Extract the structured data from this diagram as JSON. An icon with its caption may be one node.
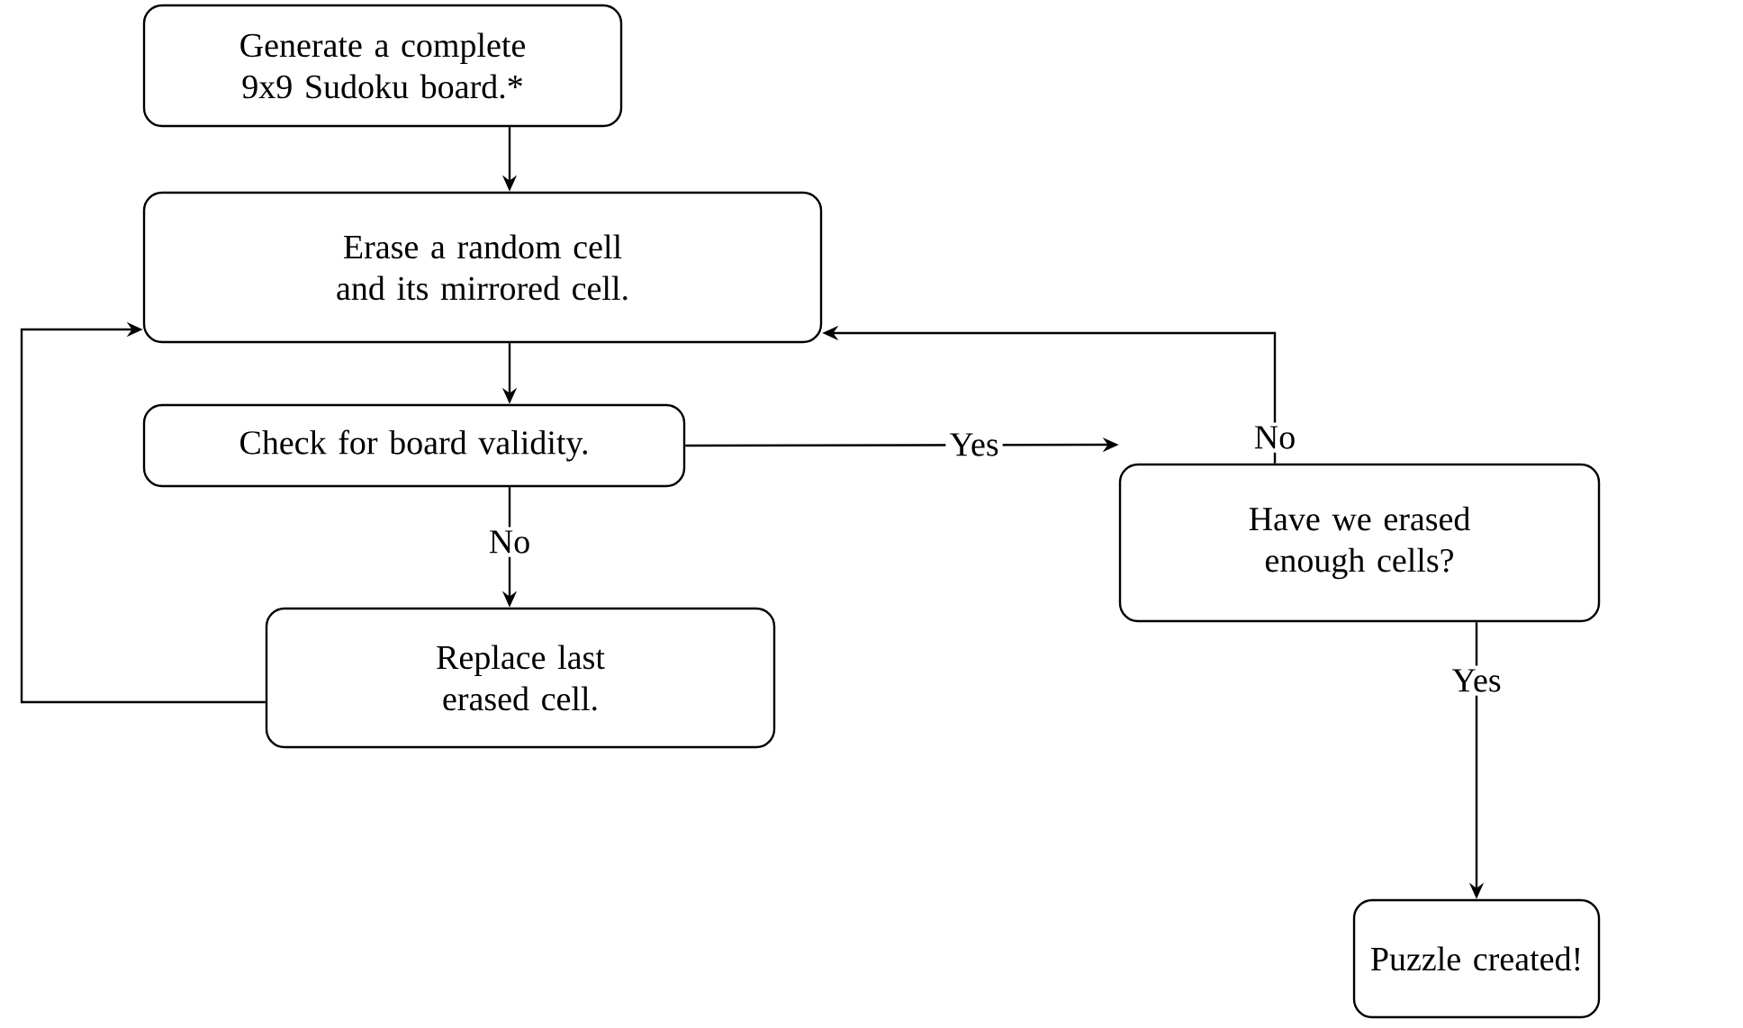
{
  "diagram": {
    "nodes": [
      {
        "text": [
          "Generate a complete 9x9 Sudoku board.*"
        ]
      },
      {
        "text": [
          "Erase a random cell and its mirrored cell."
        ]
      },
      {
        "text": [
          "Check for board validity."
        ]
      },
      {
        "text": [
          "Replace last erased cell."
        ]
      },
      {
        "text": [
          "Have we erased enough cells?"
        ]
      },
      {
        "text": [
          "Puzzle created!"
        ]
      }
    ],
    "edges": [
      {
        "from": 0,
        "to": 1,
        "arrow": "to"
      },
      {
        "from": 1,
        "to": 2,
        "arrow": "to"
      },
      {
        "from": 2,
        "to": 3,
        "arrow": "to",
        "label": "No"
      },
      {
        "from": 2,
        "to": 4,
        "arrow": "to",
        "label": "Yes"
      },
      {
        "from": 4,
        "to": 1,
        "arrow": "to",
        "label": "No"
      },
      {
        "from": 4,
        "to": 5,
        "arrow": "to",
        "label": "Yes"
      },
      {
        "from": 3,
        "to": 1,
        "arrow": "to"
      }
    ]
  }
}
